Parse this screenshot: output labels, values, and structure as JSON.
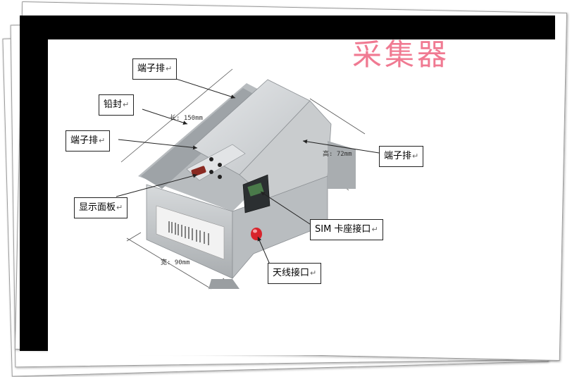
{
  "title": "采集器",
  "callouts": [
    {
      "id": "terminal-top",
      "label": "端子排",
      "mark": "↵"
    },
    {
      "id": "lead-seal",
      "label": "铅封",
      "mark": "↵"
    },
    {
      "id": "terminal-left",
      "label": "端子排",
      "mark": "↵"
    },
    {
      "id": "display-panel",
      "label": "显示面板",
      "mark": "↵"
    },
    {
      "id": "terminal-right",
      "label": "端子排",
      "mark": "↵"
    },
    {
      "id": "sim-slot",
      "label": "SIM 卡座接口",
      "mark": "↵"
    },
    {
      "id": "antenna-port",
      "label": "天线接口",
      "mark": "↵"
    }
  ],
  "dimensions": {
    "length": "长: 150mm",
    "height": "高: 72mm",
    "width": "宽: 90mm"
  },
  "colors": {
    "title": "#f07a92",
    "frame": "#000000",
    "device_body": "#cfd2d4",
    "antenna_cap": "#d8242c"
  }
}
